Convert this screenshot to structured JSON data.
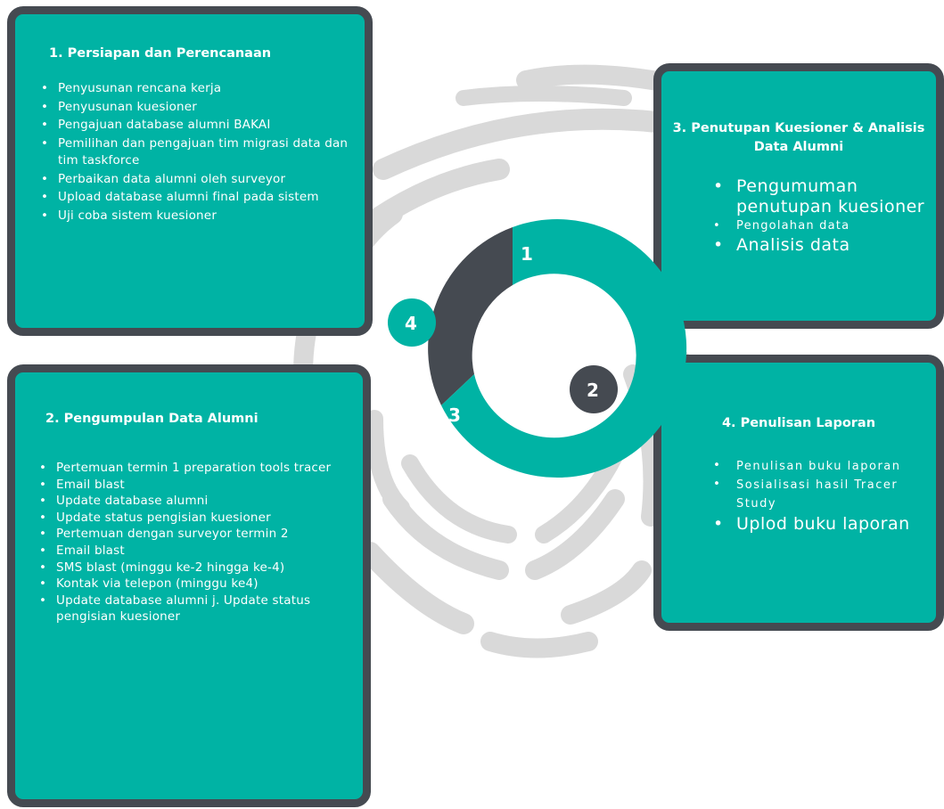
{
  "colors": {
    "teal": "#00b3a4",
    "dark": "#454a51",
    "fingerprint": "#d7d7d7",
    "text": "#ffffff"
  },
  "steps": [
    {
      "number": "1",
      "title": "1. Persiapan dan Perencanaan",
      "items": [
        "Penyusunan rencana kerja",
        "Penyusunan kuesioner",
        "Pengajuan database alumni BAKAI",
        "Pemilihan dan pengajuan tim migrasi data dan tim taskforce",
        "Perbaikan data alumni oleh surveyor",
        "Upload database alumni final pada sistem",
        "Uji coba sistem kuesioner"
      ]
    },
    {
      "number": "2",
      "title": "2. Pengumpulan Data Alumni",
      "items": [
        "Pertemuan termin 1 preparation tools tracer",
        "Email blast",
        "Update database alumni",
        "Update status pengisian kuesioner",
        "Pertemuan dengan surveyor termin 2",
        "Email blast",
        "SMS blast (minggu ke-2 hingga ke-4)",
        "Kontak via telepon (minggu ke4)",
        "Update database alumni j. Update status pengisian kuesioner"
      ]
    },
    {
      "number": "3",
      "title": "3. Penutupan Kuesioner & Analisis Data Alumni",
      "items": [
        "Pengumuman penutupan kuesioner",
        "Pengolahan data",
        "Analisis data"
      ]
    },
    {
      "number": "4",
      "title": "4. Penulisan Laporan",
      "items": [
        "Penulisan buku laporan",
        "Sosialisasi hasil Tracer Study",
        "Uplod buku laporan"
      ]
    }
  ],
  "ring": {
    "segments": [
      {
        "label": "1",
        "color": "teal"
      },
      {
        "label": "2",
        "color": "dark"
      },
      {
        "label": "3",
        "color": "teal"
      },
      {
        "label": "4",
        "color": "dark"
      }
    ]
  }
}
